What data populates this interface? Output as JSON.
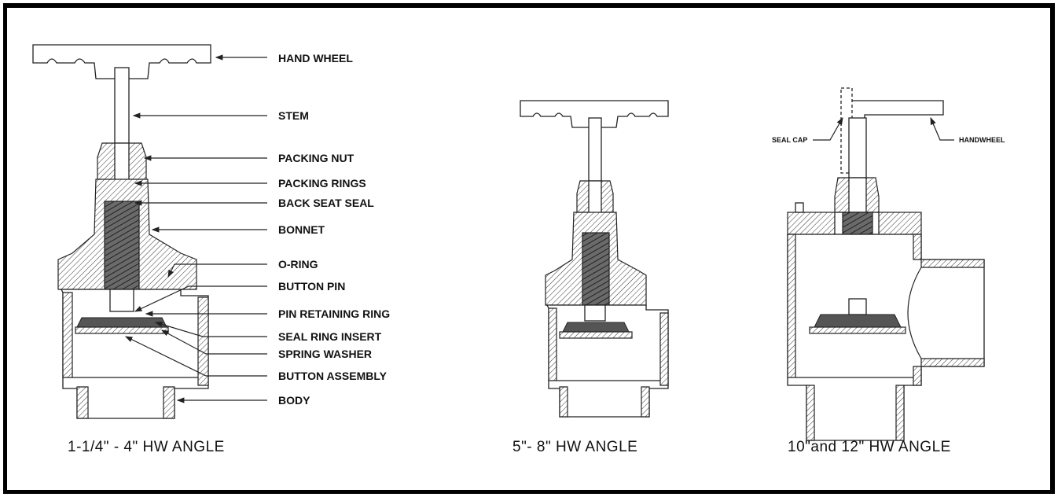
{
  "diagram": {
    "views": [
      {
        "caption": "1-1/4\" - 4\" HW ANGLE",
        "labels": {
          "hand_wheel": "HAND WHEEL",
          "stem": "STEM",
          "packing_nut": "PACKING NUT",
          "packing_rings": "PACKING RINGS",
          "back_seat_seal": "BACK SEAT SEAL",
          "bonnet": "BONNET",
          "o_ring": "O-RING",
          "button_pin": "BUTTON PIN",
          "pin_retaining_ring": "PIN RETAINING RING",
          "seal_ring_insert": "SEAL RING INSERT",
          "spring_washer": "SPRING WASHER",
          "button_assembly": "BUTTON ASSEMBLY",
          "body": "BODY"
        }
      },
      {
        "caption": "5\"- 8\" HW ANGLE"
      },
      {
        "caption": "10\"and 12\" HW ANGLE",
        "labels": {
          "seal_cap": "SEAL CAP",
          "handwheel": "HANDWHEEL"
        }
      }
    ]
  }
}
